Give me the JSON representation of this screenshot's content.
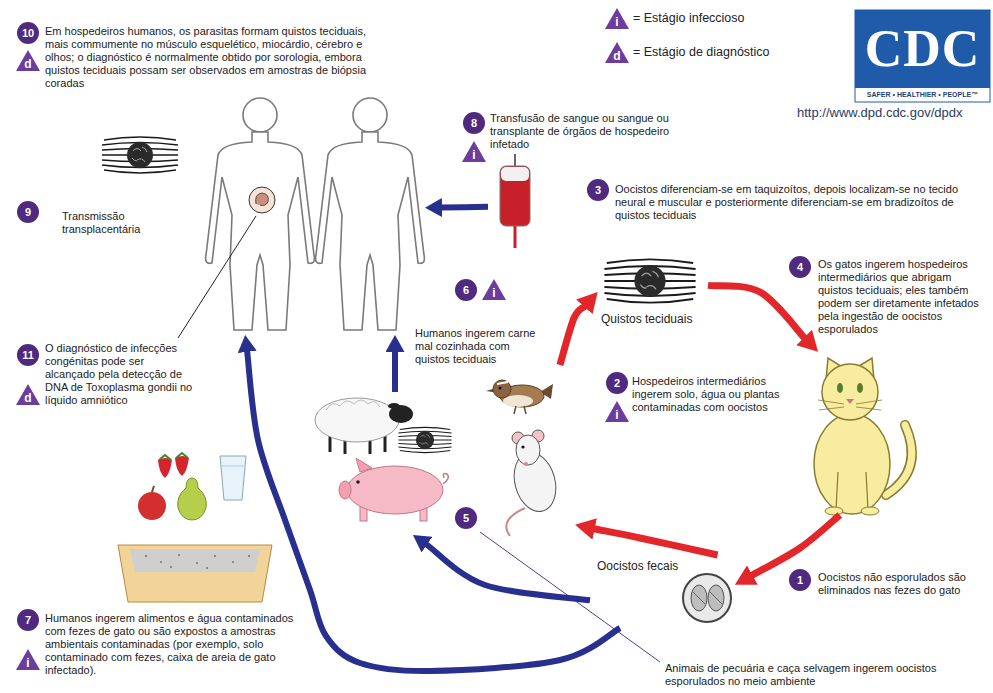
{
  "diagram": {
    "nodes": [
      {
        "text": [
          "Transmissão transplacentária"
        ]
      },
      {
        "text": [
          "Transfusão de sangue ou sangue ou transplante de órgãos de hospedeiro infetado"
        ]
      },
      {
        "text": [
          "Quistos teciduais"
        ]
      },
      {
        "text": [
          "Os gatos ingerem hospedeiros intermediários que abrigam quistos teciduais; eles também podem ser diretamente infetados pela ingestão de oocistos esporulados"
        ]
      },
      {
        "text": [
          "Hospedeiros intermediários ingerem solo, água ou plantas contaminadas com oocistos"
        ]
      },
      {
        "text": [
          "5"
        ]
      },
      {
        "text": [
          "Oocistos fecais"
        ]
      }
    ],
    "edges": [
      {
        "from": 2,
        "to": 3,
        "arrow": "to"
      },
      {
        "from": 3,
        "to": 6,
        "arrow": "to"
      },
      {
        "from": 6,
        "to": 4,
        "arrow": "to"
      },
      {
        "from": 4,
        "to": 2,
        "arrow": "to"
      },
      {
        "from": 1,
        "to": 0,
        "arrow": "to"
      },
      {
        "from": 5,
        "to": 0,
        "arrow": "to",
        "label": "Humanos ingerem carne mal cozinhada com quistos teciduais"
      },
      {
        "from": 6,
        "to": 5,
        "arrow": "to"
      },
      {
        "from": 6,
        "to": 0,
        "arrow": "to"
      }
    ],
    "labels": [
      "10",
      "d",
      "Em hospedeiros humanos, os parasitas formam quistos teciduais, mais commumente no músculo esquelético, miocárdio, cérebro e olhos; o diagnóstico é normalmente obtido por sorologia, embora quistos teciduais possam ser observados em amostras de biópsia coradas",
      "i",
      "d",
      "CDC",
      "SAFER • HEALTHIER • PEOPLE™",
      "http://www.dpd.cdc.gov/dpdx",
      "8",
      "i",
      "3",
      "Oocistos diferenciam-se em taquizoítos, depois localizam-se no tecido neural e muscular e posteriormente diferenciam-se em bradizoítos de quistos teciduais",
      "4",
      "9",
      "6",
      "i",
      "11",
      "d",
      "O diagnóstico de infecções congénitas pode ser alcançado pela detecção de DNA de Toxoplasma gondii no líquido amniótico",
      "2",
      "i",
      "1",
      "Oocistos não esporulados são eliminados nas fezes do gato",
      "7",
      "i",
      "Humanos ingerem alimentos e água contaminados com fezes de gato ou são expostos a amostras ambientais contaminadas (por exemplo, solo contaminado com fezes, caixa de areia de gato infectado).",
      "Animais de pecuária e caça selvagem ingerem oocistos esporulados no meio ambiente"
    ],
    "legend": [
      {
        "text": "= Estágio infeccioso"
      },
      {
        "text": "= Estágio de diagnóstico"
      }
    ]
  }
}
